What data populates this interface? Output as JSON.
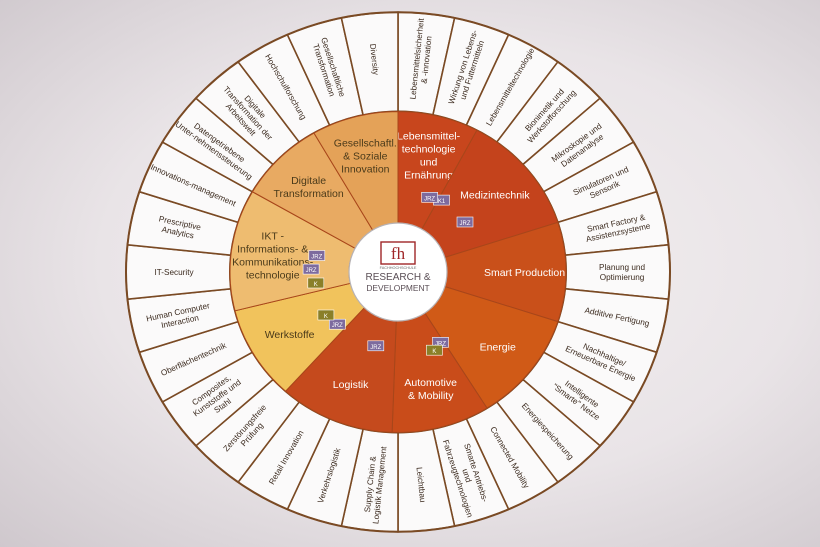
{
  "center": {
    "logo_text": "fh",
    "logo_subtext": "FACHHOCHSCHULE",
    "line1": "RESEARCH &",
    "line2": "DEVELOPMENT",
    "accent": "#a02628"
  },
  "colors": {
    "ring_outline": "#7a4a24",
    "outer_fill": "#fbfafa",
    "dark_orange": "#c0471c",
    "orange": "#cf5a17",
    "light_orange": "#e7a864",
    "pale_orange": "#eeba6c",
    "yellow": "#f0c35a",
    "badge_purple": "#7d6b9e",
    "badge_olive": "#8a7f28"
  },
  "inner_sectors": [
    {
      "id": "lebensmittel",
      "label_lines": [
        "Lebensmittel-",
        "technologie",
        "und",
        "Ernährung"
      ],
      "color": "#c8461d",
      "start": 0,
      "end": 28,
      "text_color": "#ffffff"
    },
    {
      "id": "medizintechnik",
      "label_lines": [
        "Medizintechnik"
      ],
      "color": "#c4431c",
      "start": 28,
      "end": 72,
      "text_color": "#ffffff"
    },
    {
      "id": "smart-production",
      "label_lines": [
        "Smart Production"
      ],
      "color": "#c9501a",
      "start": 72,
      "end": 108,
      "text_color": "#ffffff"
    },
    {
      "id": "energie",
      "label_lines": [
        "Energie"
      ],
      "color": "#d05a17",
      "start": 108,
      "end": 148,
      "text_color": "#ffffff"
    },
    {
      "id": "automotive",
      "label_lines": [
        "Automotive",
        "& Mobility"
      ],
      "color": "#c94c1a",
      "start": 148,
      "end": 182,
      "text_color": "#ffffff"
    },
    {
      "id": "logistik",
      "label_lines": [
        "Logistik"
      ],
      "color": "#c54a1d",
      "start": 182,
      "end": 222,
      "text_color": "#ffffff"
    },
    {
      "id": "werkstoffe",
      "label_lines": [
        "Werkstoffe"
      ],
      "color": "#f1c35c",
      "start": 222,
      "end": 256,
      "text_color": "#4a3a1a"
    },
    {
      "id": "ikt",
      "label_lines": [
        "IKT -",
        "Informations- &",
        "Kommunikations-",
        "technologie"
      ],
      "color": "#eebc70",
      "start": 256,
      "end": 300,
      "text_color": "#4a3a1a"
    },
    {
      "id": "digitale-transformation",
      "label_lines": [
        "Digitale",
        "Transformation"
      ],
      "color": "#e8aa62",
      "start": 300,
      "end": 330,
      "text_color": "#4a3a1a"
    },
    {
      "id": "gesellschaft",
      "label_lines": [
        "Gesellschaftl.",
        "& Soziale",
        "Innovation"
      ],
      "color": "#e4a258",
      "start": 330,
      "end": 360,
      "text_color": "#4a3a1a"
    }
  ],
  "outer_segments": [
    "Lebensmittelsicherheit & -innovation",
    "Wirkung von Lebens- und Futtermitteln",
    "Lebensmitteltechnologie",
    "Bionimetik und Werkstofforschung",
    "Mikroskopie und Datenanalyse",
    "Simulatoren und Sensorik",
    "Smart Factory & Assistenzsysteme",
    "Planung und Optimierung",
    "Additive Fertigung",
    "Nachhaltige/ Erneuerbare Energie",
    "Intelligente \"Smarte\" Netze",
    "Energiespeicherung",
    "Connected Mobility",
    "Smarte Antriebs- und Fahrzeugtechnologien",
    "Leichtbau",
    "Supply Chain & Logistik Management",
    "Verkehrslogistik",
    "Retail Innovation",
    "Zerstörungsfreie Prüfung",
    "Composites, Kunststoffe und Stahl",
    "Oberflächentechnik",
    "Human Computer Interaction",
    "IT-Security",
    "Prescriptive Analytics",
    "Innovations-management",
    "Datengetriebene Unter-nehmenssteuerung",
    "Digitale Transformation der Arbeitswelt",
    "Hochschulforschung",
    "Gesellschaftliche Transformation",
    "Diversity"
  ],
  "badges": [
    {
      "text": "K1",
      "color": "#7d6b9e",
      "angle": 30,
      "r": 0.58
    },
    {
      "text": "JRZ",
      "color": "#7d6b9e",
      "angle": 22,
      "r": 0.54
    },
    {
      "text": "JRZ",
      "color": "#7d6b9e",
      "angle": 52,
      "r": 0.55
    },
    {
      "text": "JRZ",
      "color": "#7d6b9e",
      "angle": 150,
      "r": 0.55
    },
    {
      "text": "K",
      "color": "#8a7f28",
      "angle": 156,
      "r": 0.62
    },
    {
      "text": "JRZ",
      "color": "#7d6b9e",
      "angle": 196,
      "r": 0.48
    },
    {
      "text": "JRZ",
      "color": "#7d6b9e",
      "angle": 228,
      "r": 0.5
    },
    {
      "text": "K",
      "color": "#8a7f28",
      "angle": 238,
      "r": 0.55
    },
    {
      "text": "JRZ",
      "color": "#7d6b9e",
      "angle": 282,
      "r": 0.52
    },
    {
      "text": "JRZ",
      "color": "#7d6b9e",
      "angle": 272,
      "r": 0.58
    },
    {
      "text": "K",
      "color": "#8a7f28",
      "angle": 262,
      "r": 0.52
    }
  ]
}
